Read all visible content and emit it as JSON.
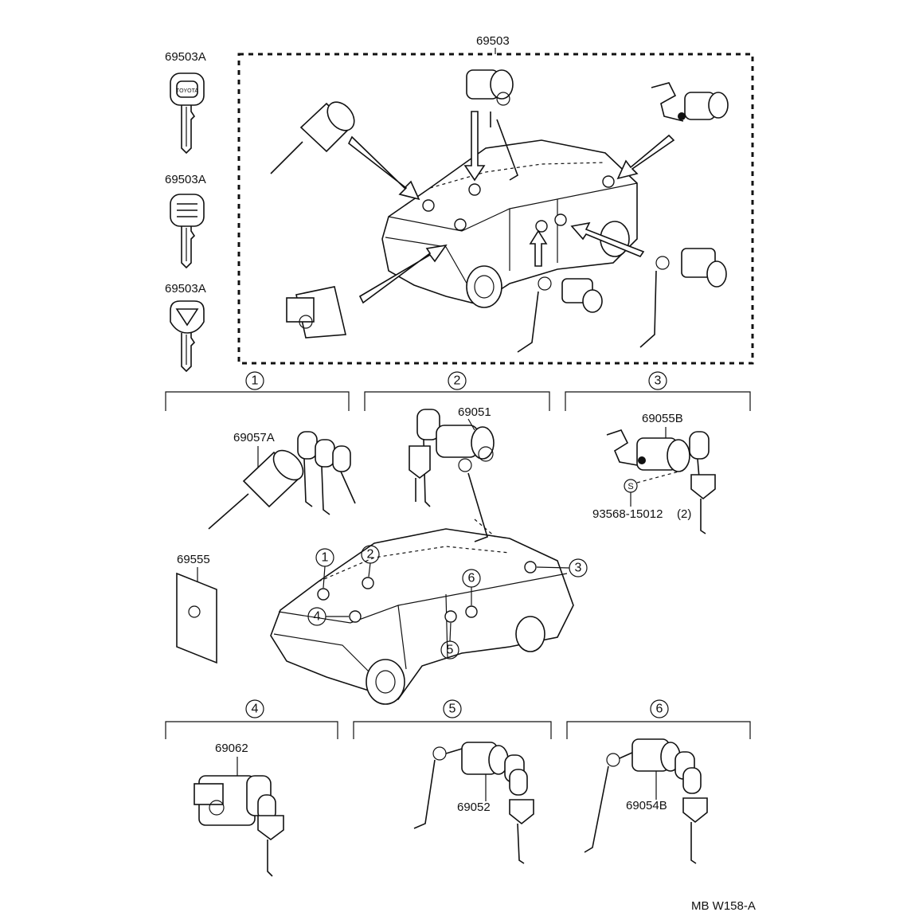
{
  "parts": {
    "kit_label": "69503",
    "key_labels": [
      "69503A",
      "69503A",
      "69503A"
    ],
    "key_brand_text": "TOYOTA",
    "ignition_cylinder": "69057A",
    "door_cylinder_front": "69051",
    "back_door_cylinder": "69055B",
    "screw": "93568-15012",
    "screw_qty": "(2)",
    "screw_symbol": "S",
    "key_plate": "69555",
    "glove_lock": "69062",
    "slide_door_cylinder_lh": "69052",
    "slide_door_cylinder_rh": "69054B"
  },
  "section_numbers": [
    "1",
    "2",
    "3",
    "4",
    "5",
    "6"
  ],
  "figure_code": "MB W158-A"
}
